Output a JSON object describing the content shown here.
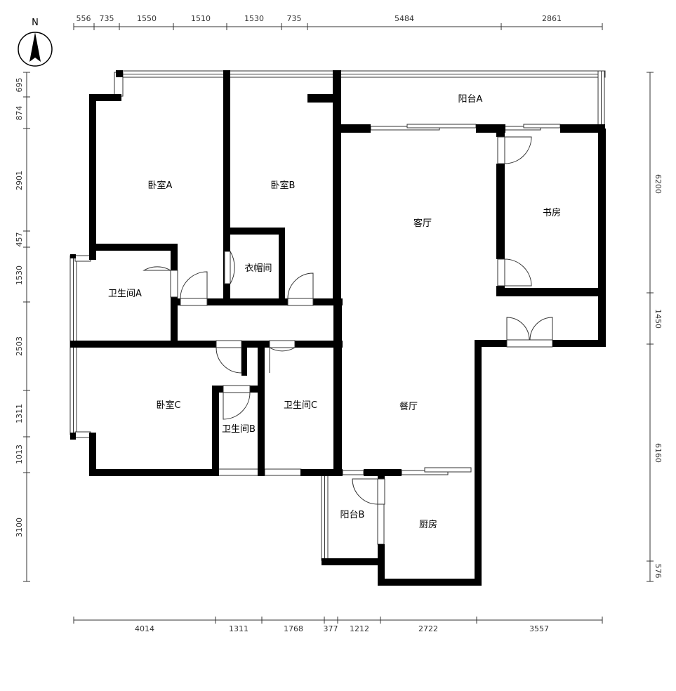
{
  "colors": {
    "wall": "#000000",
    "background": "#ffffff",
    "line": "#333333"
  },
  "compass": {
    "label": "N",
    "icon": "north-arrow-icon"
  },
  "rooms": {
    "bedroom_a": "卧室A",
    "bedroom_b": "卧室B",
    "bedroom_c": "卧室C",
    "living_room": "客厅",
    "dining_room": "餐厅",
    "study": "书房",
    "kitchen": "厨房",
    "balcony_a": "阳台A",
    "balcony_b": "阳台B",
    "bathroom_a": "卫生间A",
    "bathroom_b": "卫生间B",
    "bathroom_c": "卫生间C",
    "cloakroom": "衣帽间"
  },
  "dimensions": {
    "top": [
      "556",
      "735",
      "1550",
      "1510",
      "1530",
      "735",
      "5484",
      "2861"
    ],
    "bottom": [
      "4014",
      "1311",
      "1768",
      "377",
      "1212",
      "2722",
      "3557"
    ],
    "left": [
      "695",
      "874",
      "2901",
      "457",
      "1530",
      "2503",
      "1311",
      "1013",
      "3100"
    ],
    "right": [
      "6200",
      "1450",
      "6160",
      "576"
    ]
  }
}
